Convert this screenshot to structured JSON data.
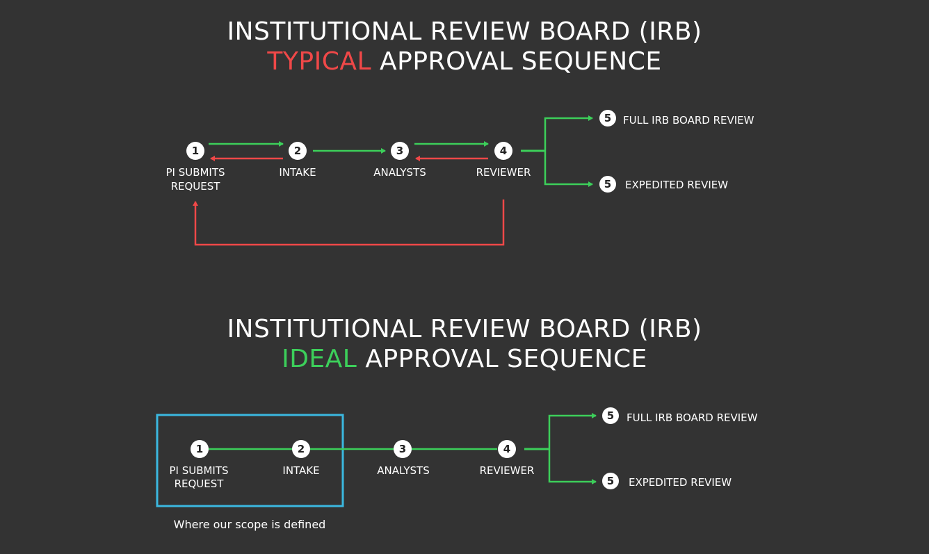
{
  "typical": {
    "title_line1": "INSTITUTIONAL REVIEW BOARD (IRB)",
    "title_keyword": "TYPICAL",
    "title_rest": "APPROVAL SEQUENCE",
    "steps": [
      {
        "num": "1",
        "label_line1": "PI SUBMITS",
        "label_line2": "REQUEST"
      },
      {
        "num": "2",
        "label_line1": "INTAKE",
        "label_line2": ""
      },
      {
        "num": "3",
        "label_line1": "ANALYSTS",
        "label_line2": ""
      },
      {
        "num": "4",
        "label_line1": "REVIEWER",
        "label_line2": ""
      }
    ],
    "outcomes": [
      {
        "num": "5",
        "label": "FULL IRB BOARD REVIEW"
      },
      {
        "num": "5",
        "label": "EXPEDITED REVIEW"
      }
    ]
  },
  "ideal": {
    "title_line1": "INSTITUTIONAL REVIEW BOARD (IRB)",
    "title_keyword": "IDEAL",
    "title_rest": "APPROVAL SEQUENCE",
    "steps": [
      {
        "num": "1",
        "label_line1": "PI SUBMITS",
        "label_line2": "REQUEST"
      },
      {
        "num": "2",
        "label_line1": "INTAKE",
        "label_line2": ""
      },
      {
        "num": "3",
        "label_line1": "ANALYSTS",
        "label_line2": ""
      },
      {
        "num": "4",
        "label_line1": "REVIEWER",
        "label_line2": ""
      }
    ],
    "outcomes": [
      {
        "num": "5",
        "label": "FULL IRB BOARD REVIEW"
      },
      {
        "num": "5",
        "label": "EXPEDITED REVIEW"
      }
    ],
    "scope_caption": "Where our scope is defined"
  },
  "colors": {
    "background": "#333333",
    "forward": "#3ccf5a",
    "backward": "#f04848",
    "scope_box": "#3bb8e0",
    "node": "#ffffff"
  }
}
